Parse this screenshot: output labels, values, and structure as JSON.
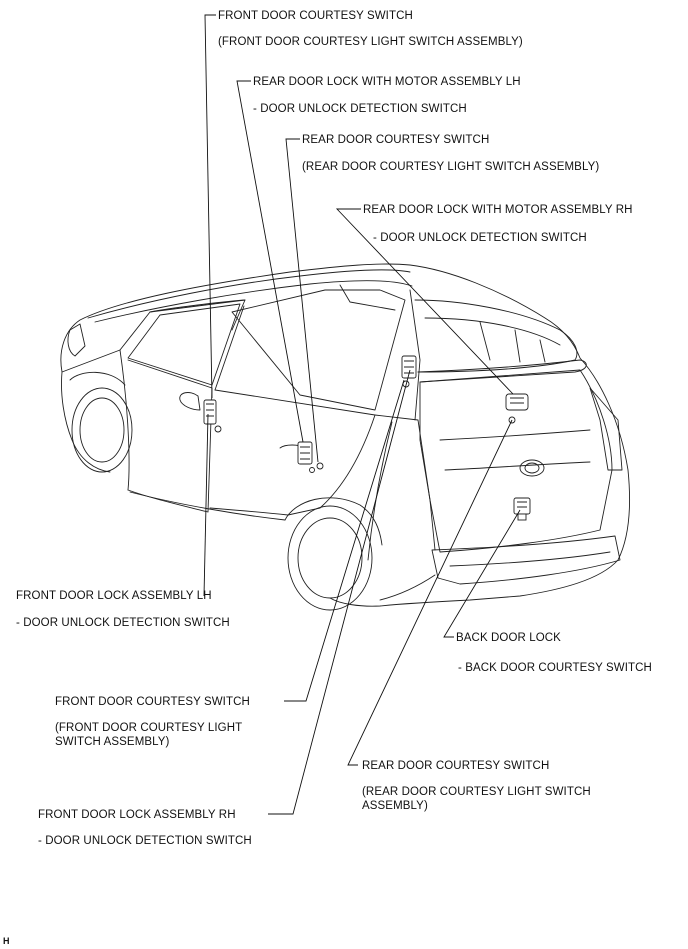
{
  "labels": {
    "front_courtesy_lh": "FRONT DOOR COURTESY SWITCH",
    "front_courtesy_lh_sub": "(FRONT DOOR COURTESY LIGHT SWITCH ASSEMBLY)",
    "rear_lock_lh": "REAR DOOR LOCK WITH MOTOR ASSEMBLY LH",
    "rear_lock_lh_sub": "- DOOR UNLOCK DETECTION SWITCH",
    "rear_courtesy_lh": "REAR DOOR COURTESY SWITCH",
    "rear_courtesy_lh_sub": "(REAR DOOR COURTESY LIGHT SWITCH ASSEMBLY)",
    "rear_lock_rh": "REAR DOOR LOCK WITH MOTOR ASSEMBLY RH",
    "rear_lock_rh_sub": "- DOOR UNLOCK DETECTION SWITCH",
    "front_lock_lh": "FRONT DOOR LOCK ASSEMBLY LH",
    "front_lock_lh_sub": "- DOOR UNLOCK DETECTION SWITCH",
    "back_door_lock": "BACK DOOR LOCK",
    "back_door_lock_sub": "- BACK DOOR COURTESY SWITCH",
    "front_courtesy_rh": "FRONT DOOR COURTESY SWITCH",
    "front_courtesy_rh_sub": "(FRONT DOOR COURTESY LIGHT SWITCH ASSEMBLY)",
    "rear_courtesy_rh": "REAR DOOR COURTESY SWITCH",
    "rear_courtesy_rh_sub": "(REAR DOOR COURTESY LIGHT SWITCH ASSEMBLY)",
    "front_lock_rh": "FRONT DOOR LOCK ASSEMBLY RH",
    "front_lock_rh_sub": "- DOOR UNLOCK DETECTION SWITCH"
  },
  "corner_mark": "H",
  "colors": {
    "line": "#1a1a1a",
    "background": "#ffffff"
  }
}
